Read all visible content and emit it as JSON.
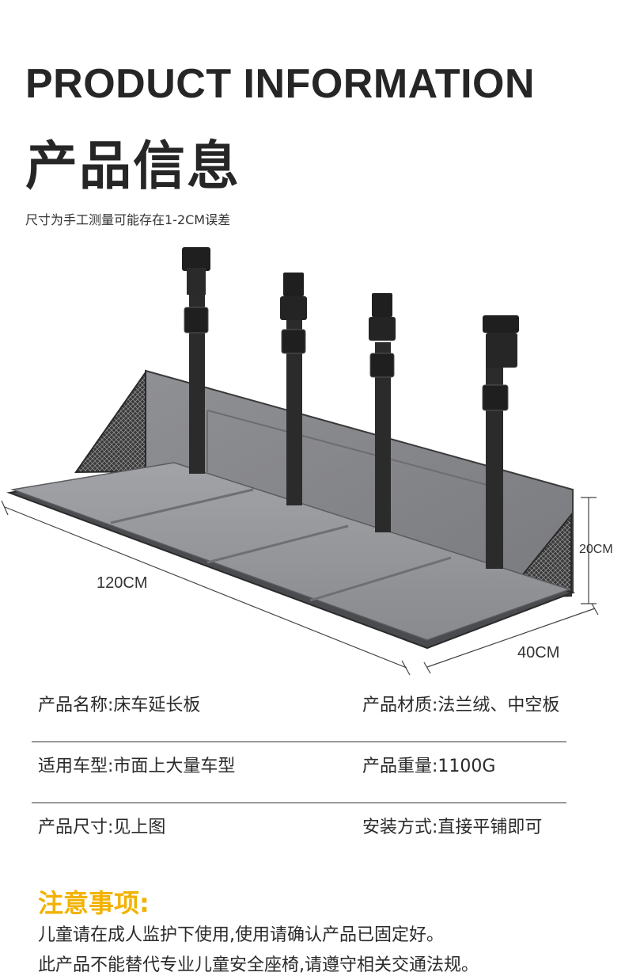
{
  "header": {
    "title_en": "PRODUCT INFORMATION",
    "title_cn": "产品信息",
    "note": "尺寸为手工测量可能存在1-2CM误差"
  },
  "dimensions": {
    "length": "120CM",
    "height": "20CM",
    "depth": "40CM"
  },
  "specs": [
    {
      "left": "产品名称:床车延长板",
      "right": "产品材质:法兰绒、中空板"
    },
    {
      "left": "适用车型:市面上大量车型",
      "right": "产品重量:1100G"
    },
    {
      "left": "产品尺寸:见上图",
      "right": "安装方式:直接平铺即可"
    }
  ],
  "caution": {
    "title": "注意事项:",
    "lines": [
      "儿童请在成人监护下使用,使用请确认产品已固定好。",
      "此产品不能替代专业儿童安全座椅,请遵守相关交通法规。"
    ]
  },
  "colors": {
    "accent": "#f2b200",
    "text": "#2a2a2a",
    "fabric": "#8e8f93",
    "strap": "#2b2b2b"
  }
}
